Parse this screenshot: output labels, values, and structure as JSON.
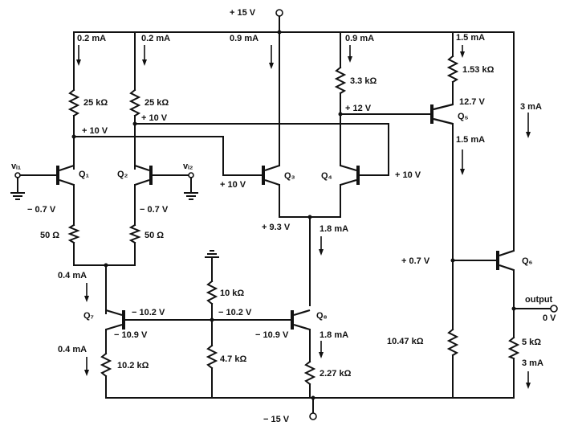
{
  "supply": {
    "pos": "+ 15 V",
    "neg": "− 15 V"
  },
  "currents": {
    "i1": "0.2 mA",
    "i2": "0.2 mA",
    "i3": "0.9 mA",
    "i4": "0.9 mA",
    "i5": "1.5 mA",
    "i6": "1.5 mA",
    "i7": "3 mA",
    "i8": "1.8 mA",
    "i9": "0.4 mA",
    "i10": "0.4 mA",
    "i11": "1.8 mA",
    "i12": "3 mA"
  },
  "resistors": {
    "rc1": "25 kΩ",
    "rc2": "25 kΩ",
    "r33": "3.3 kΩ",
    "r153": "1.53 kΩ",
    "re1": "50 Ω",
    "re2": "50 Ω",
    "r10k": "10 kΩ",
    "r47": "4.7 kΩ",
    "r102": "10.2 kΩ",
    "r227": "2.27 kΩ",
    "r1047": "10.47 kΩ",
    "r5k": "5 kΩ"
  },
  "voltages": {
    "vc1": "+ 10 V",
    "vc2": "+ 10 V",
    "v12": "+ 12 V",
    "v127": "12.7 V",
    "vb3": "+ 10 V",
    "vb4": "+ 10 V",
    "ve1": "− 0.7 V",
    "ve2": "− 0.7 V",
    "ve34": "+ 9.3 V",
    "vb7": "− 10.2 V",
    "vb8": "− 10.2 V",
    "ve7": "− 10.9 V",
    "ve8": "− 10.9 V",
    "vb6": "+ 0.7 V",
    "vout": "0 V"
  },
  "transistors": {
    "q1": "Q₁",
    "q2": "Q₂",
    "q3": "Q₃",
    "q4": "Q₄",
    "q5": "Q₅",
    "q6": "Q₆",
    "q7": "Q₇",
    "q8": "Q₈"
  },
  "inputs": {
    "vi1": "vᵢ₁",
    "vi2": "vᵢ₂"
  },
  "output_label": "output"
}
